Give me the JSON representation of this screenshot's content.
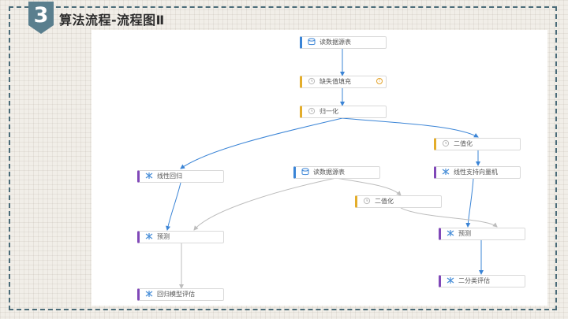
{
  "slide": {
    "number": "3",
    "title": "算法流程-流程图Ⅱ"
  },
  "colors": {
    "frame": "#4a6b78",
    "badge": "#5a7f8e",
    "data_source": "#3a84d6",
    "preprocess": "#e3ad2b",
    "model": "#8048b8",
    "edge_main": "#3a84d6",
    "edge_light": "#bdbdbd"
  },
  "nodes": [
    {
      "id": "read1",
      "label": "读数据源表",
      "icon": "database-icon",
      "kind": "blue"
    },
    {
      "id": "fill",
      "label": "缺失值填充",
      "icon": "clock-icon",
      "kind": "yellow",
      "warning": "!"
    },
    {
      "id": "norm",
      "label": "归一化",
      "icon": "clock-icon",
      "kind": "yellow"
    },
    {
      "id": "bin1",
      "label": "二值化",
      "icon": "clock-icon",
      "kind": "yellow"
    },
    {
      "id": "linreg",
      "label": "线性回归",
      "icon": "model-icon",
      "kind": "purple"
    },
    {
      "id": "read2",
      "label": "读数据源表",
      "icon": "database-icon",
      "kind": "blue"
    },
    {
      "id": "svm",
      "label": "线性支持向量机",
      "icon": "model-icon",
      "kind": "purple"
    },
    {
      "id": "bin2",
      "label": "二值化",
      "icon": "clock-icon",
      "kind": "yellow"
    },
    {
      "id": "pred1",
      "label": "预测",
      "icon": "model-icon",
      "kind": "purple"
    },
    {
      "id": "pred2",
      "label": "预测",
      "icon": "model-icon",
      "kind": "purple"
    },
    {
      "id": "regeval",
      "label": "回归模型评估",
      "icon": "model-icon",
      "kind": "purple"
    },
    {
      "id": "bineval",
      "label": "二分类评估",
      "icon": "model-icon",
      "kind": "purple"
    }
  ]
}
